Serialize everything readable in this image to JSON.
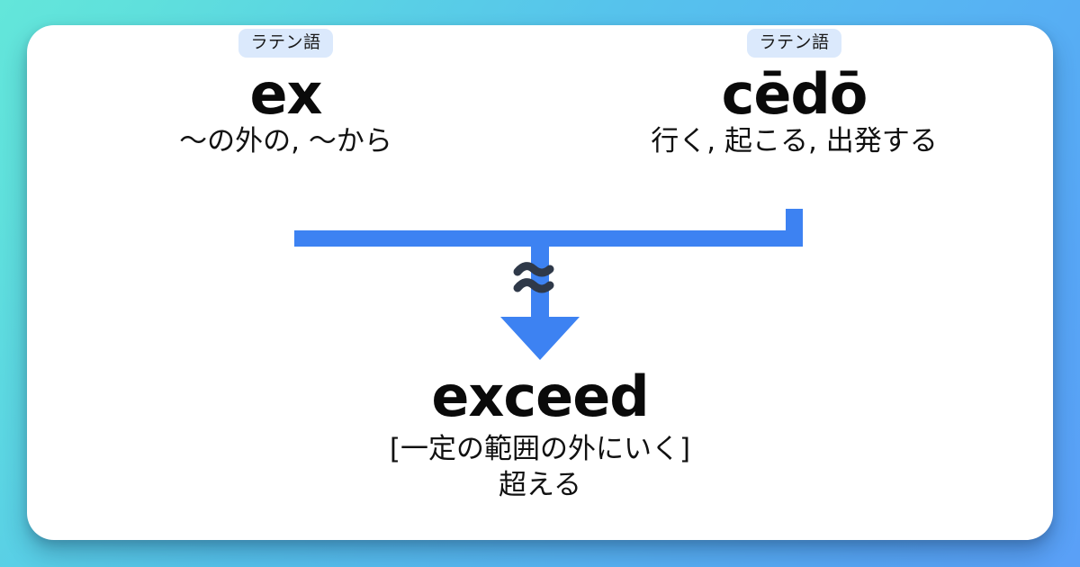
{
  "theme": {
    "background_gradient_from": "#63e6da",
    "background_gradient_to": "#5aa0f7",
    "card_background": "#ffffff",
    "badge_background": "#dbe9fc",
    "connector_color": "#3d82f2",
    "approx_symbol_color": "#2f3949",
    "text_color": "#0a0a0a"
  },
  "components": [
    {
      "badge": "ラテン語",
      "word": "ex",
      "gloss": "〜の外の, 〜から"
    },
    {
      "badge": "ラテン語",
      "word": "cēdō",
      "gloss": "行く, 起こる, 出発する"
    }
  ],
  "connector": {
    "relation_symbol": "≈",
    "arrow_direction": "down"
  },
  "result": {
    "word": "exceed",
    "literal": "[一定の範囲の外にいく]",
    "meaning": "超える"
  }
}
